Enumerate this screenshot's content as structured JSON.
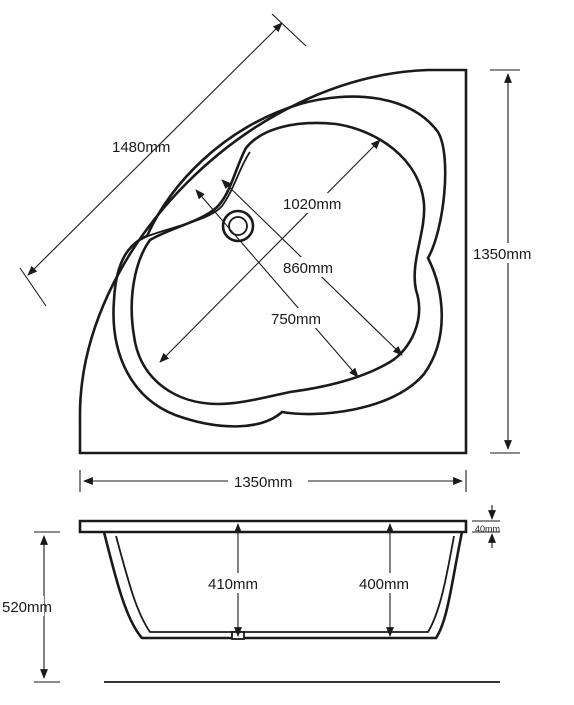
{
  "top_view": {
    "dim_diagonal": "1480mm",
    "dim_basin_long": "1020mm",
    "dim_basin_mid": "860mm",
    "dim_basin_short": "750mm",
    "dim_side_height": "1350mm",
    "dim_bottom_width": "1350mm"
  },
  "side_view": {
    "dim_total_height": "520mm",
    "dim_rim": "40mm",
    "dim_depth_center": "410mm",
    "dim_depth_side": "400mm"
  }
}
